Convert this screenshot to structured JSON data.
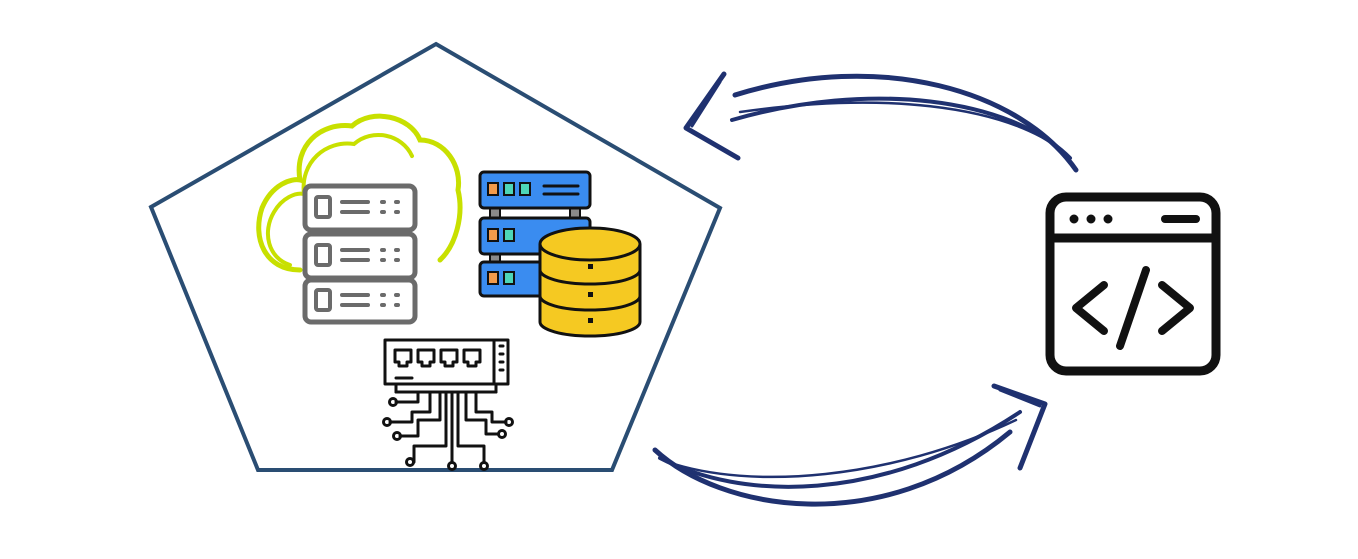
{
  "diagram": {
    "nodes": [
      {
        "id": "infrastructure",
        "shape": "pentagon",
        "contains": [
          "cloud-servers-icon",
          "database-server-icon",
          "network-switch-icon"
        ]
      },
      {
        "id": "application",
        "icon": "code-window-icon"
      }
    ],
    "edges": [
      {
        "from": "application",
        "to": "infrastructure",
        "style": "hand-drawn-arrow"
      },
      {
        "from": "infrastructure",
        "to": "application",
        "style": "hand-drawn-arrow"
      }
    ]
  },
  "colors": {
    "pentagon_stroke": "#2a4d73",
    "arrow": "#1f3170",
    "cloud": "#c8e000",
    "server_gray": "#6b6b6b",
    "rack_blue": "#3a8cf0",
    "database_yellow": "#f5c922",
    "led_orange": "#f29b4b",
    "led_green": "#4dd6b8",
    "icon_black": "#111111"
  }
}
